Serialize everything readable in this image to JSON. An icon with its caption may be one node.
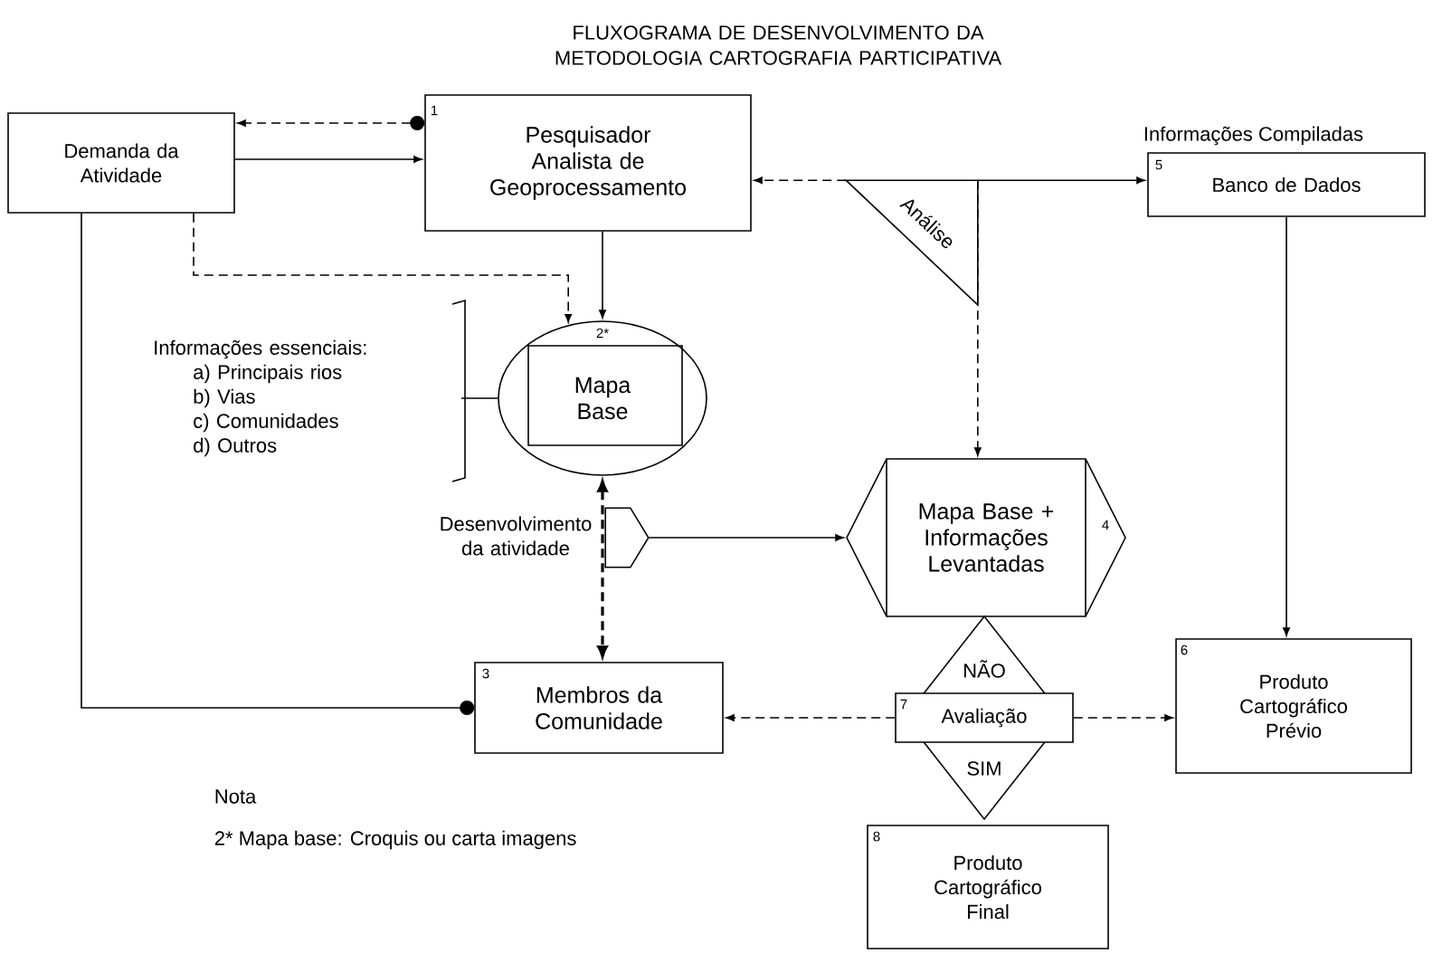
{
  "diagram": {
    "title": "FLUXOGRAMA DE DESENVOLVIMENTO DA METODOLOGIA CARTOGRAFIA PARTICIPATIVA",
    "nodes": [
      {
        "text": [
          "Demanda da Atividade"
        ]
      },
      {
        "text": [
          "1",
          "Pesquisador Analista de Geoprocessamento"
        ]
      },
      {
        "text": [
          "2*",
          "Mapa Base"
        ]
      },
      {
        "text": [
          "Informações essenciais:",
          "a) Principais rios",
          "b) Vias",
          "c) Comunidades",
          "d) Outros"
        ]
      },
      {
        "text": [
          "Informações Compiladas",
          "5",
          "Banco de Dados"
        ]
      },
      {
        "text": [
          "Análise"
        ]
      },
      {
        "text": [
          "Mapa Base + Informações Levantadas",
          "4"
        ]
      },
      {
        "text": [],
        "shape": "pentagon",
        "beside": [
          "Desenvolvimento da atividade"
        ]
      },
      {
        "text": [
          "3",
          "Membros da Comunidade"
        ]
      },
      {
        "text": [
          "NÃO",
          "7",
          "Avaliação",
          "SIM"
        ]
      },
      {
        "text": [
          "6",
          "Produto Cartográfico Prévio"
        ]
      },
      {
        "text": [
          "8",
          "Produto Cartográfico Final"
        ]
      }
    ],
    "edges": [
      {
        "from": 1,
        "to": 0,
        "arrow": "to",
        "style": "dashed"
      },
      {
        "from": 0,
        "to": 1,
        "arrow": "to"
      },
      {
        "from": 0,
        "to": 2,
        "arrow": "to",
        "style": "dashed"
      },
      {
        "from": 1,
        "to": 2,
        "arrow": "to"
      },
      {
        "from": 3,
        "to": 2,
        "arrow": "none"
      },
      {
        "from": 5,
        "to": 1,
        "arrow": "to",
        "style": "dashed"
      },
      {
        "from": 5,
        "to": 4,
        "arrow": "to"
      },
      {
        "from": 5,
        "to": 6,
        "arrow": "to",
        "style": "dashed"
      },
      {
        "from": 2,
        "to": 8,
        "arrow": "both",
        "style": "dashed"
      },
      {
        "from": 7,
        "to": 6,
        "arrow": "to"
      },
      {
        "from": 0,
        "to": 8,
        "arrow": "other"
      },
      {
        "from": 9,
        "to": 8,
        "arrow": "to",
        "style": "dashed"
      },
      {
        "from": 9,
        "to": 10,
        "arrow": "to",
        "style": "dashed"
      },
      {
        "from": 4,
        "to": 10,
        "arrow": "to"
      }
    ],
    "labels": [
      "Nota",
      "2* Mapa base: Croquis ou carta imagens"
    ]
  }
}
